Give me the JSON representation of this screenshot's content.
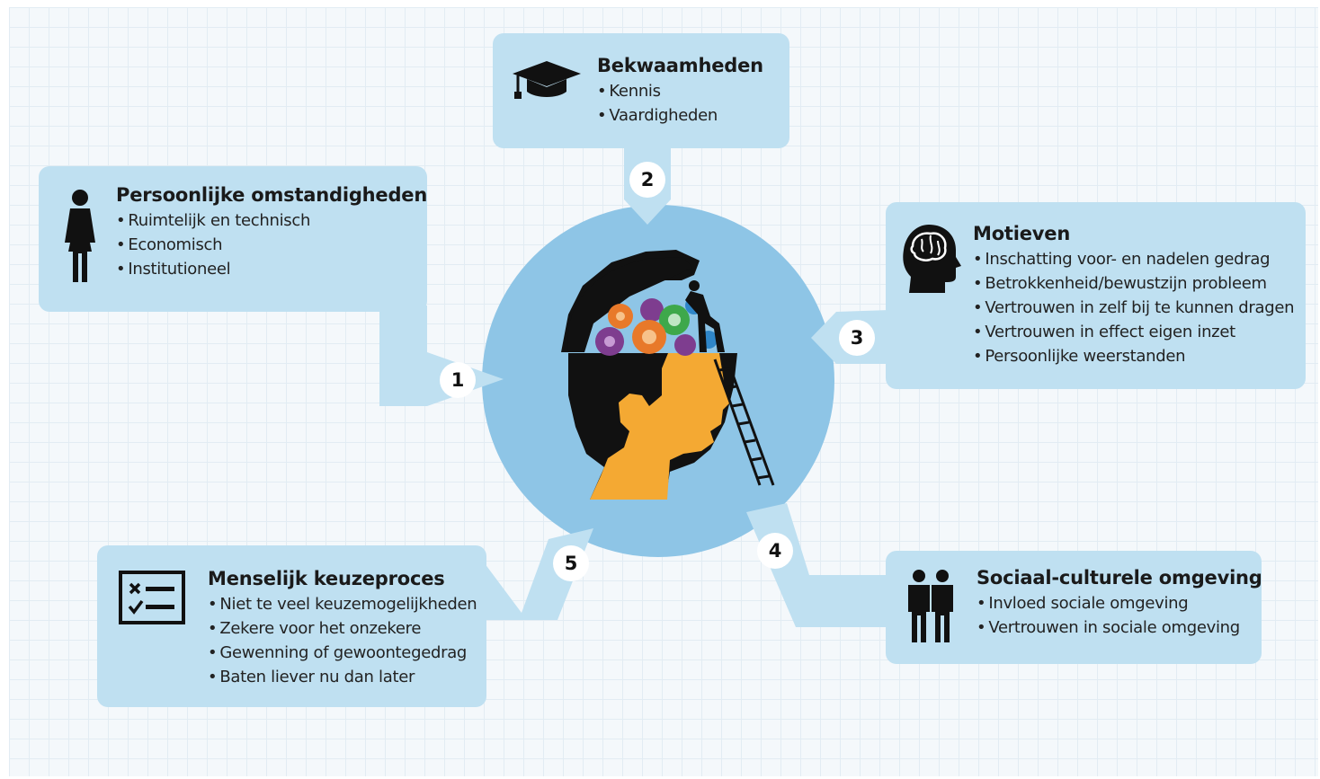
{
  "colors": {
    "panel": "#bfe0f1",
    "circle": "#8ec5e6",
    "head_black": "#111111",
    "face": "#f4a933",
    "gear_orange": "#e8792a",
    "gear_purple": "#7e3d8f",
    "gear_green": "#3ea84b",
    "gear_blue": "#2f86c8"
  },
  "factors": [
    {
      "number": "1",
      "title": "Persoonlijke omstandigheden",
      "icon": "person-icon",
      "items": [
        "Ruimtelijk en technisch",
        "Economisch",
        "Institutioneel"
      ]
    },
    {
      "number": "2",
      "title": "Bekwaamheden",
      "icon": "graduation-cap-icon",
      "items": [
        "Kennis",
        "Vaardigheden"
      ]
    },
    {
      "number": "3",
      "title": "Motieven",
      "icon": "brain-head-icon",
      "items": [
        "Inschatting voor- en nadelen gedrag",
        "Betrokkenheid/bewustzijn probleem",
        "Vertrouwen in zelf bij te kunnen dragen",
        "Vertrouwen in effect eigen inzet",
        "Persoonlijke weerstanden"
      ]
    },
    {
      "number": "4",
      "title": "Sociaal-culturele omgeving",
      "icon": "two-people-icon",
      "items": [
        "Invloed sociale omgeving",
        "Vertrouwen in sociale omgeving"
      ]
    },
    {
      "number": "5",
      "title": "Menselijk keuzeproces",
      "icon": "checklist-icon",
      "items": [
        "Niet te veel keuzemogelijkheden",
        "Zekere voor het onzekere",
        "Gewenning of gewoontegedrag",
        "Baten liever nu dan later"
      ]
    }
  ]
}
